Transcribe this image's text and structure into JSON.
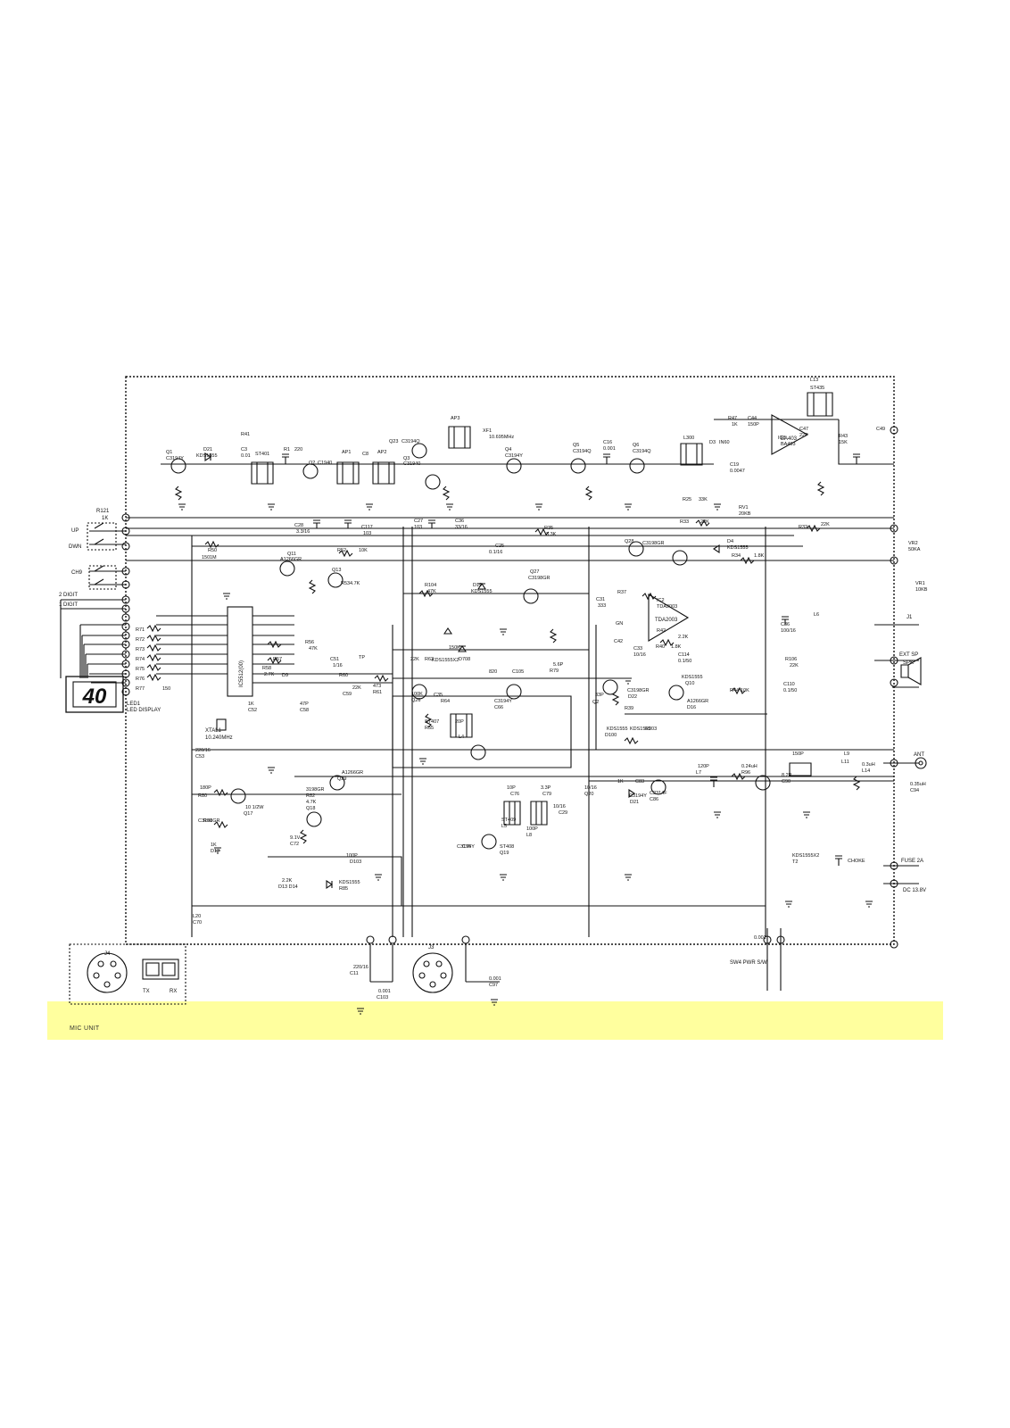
{
  "schematic": {
    "display": {
      "digits": "40",
      "name": "LED1",
      "caption": "LED DISPLAY",
      "mode_tens": "2 DIGIT",
      "mode_units": "1 DIGIT"
    },
    "controls": {
      "up": "UP",
      "dwn": "DWN",
      "ch9": "CH9",
      "r121": "R121",
      "r121_val": "1K"
    },
    "connectors": {
      "ext_sp": "EXT SP",
      "spk": "SPK",
      "ant": "ANT",
      "fuse": "FUSE 2A",
      "dc": "DC 13.8V",
      "pwr": "SW4 PWR S/W",
      "tx": "TX",
      "rx": "RX",
      "j3": "J3",
      "j4": "J4",
      "j1": "J1"
    },
    "ic": {
      "ic4": "IC5512(00)",
      "ic3": "BA403",
      "ic2": "TDA2003",
      "xtal": "XTAL1",
      "xtal_freq": "10.240MHz"
    },
    "labels": [
      {
        "t": "Q1"
      },
      {
        "t": "C3194Y"
      },
      {
        "t": "D21"
      },
      {
        "t": "KDS1555"
      },
      {
        "t": "C3"
      },
      {
        "t": "0.01"
      },
      {
        "t": "ST401"
      },
      {
        "t": "R1"
      },
      {
        "t": "220"
      },
      {
        "t": "Q2"
      },
      {
        "t": "C1940"
      },
      {
        "t": "AP1"
      },
      {
        "t": "C8"
      },
      {
        "t": "AP2"
      },
      {
        "t": "Q23"
      },
      {
        "t": "C3194Q"
      },
      {
        "t": "Q3"
      },
      {
        "t": "C31940"
      },
      {
        "t": "AP3"
      },
      {
        "t": "XF1"
      },
      {
        "t": "10.695MHz"
      },
      {
        "t": "Q4"
      },
      {
        "t": "C3194Y"
      },
      {
        "t": "Q5"
      },
      {
        "t": "C3194Q"
      },
      {
        "t": "C16"
      },
      {
        "t": "0.001"
      },
      {
        "t": "Q6"
      },
      {
        "t": "C3194Q"
      },
      {
        "t": "L300"
      },
      {
        "t": "D3"
      },
      {
        "t": "IN60"
      },
      {
        "t": "C19"
      },
      {
        "t": "0.0047"
      },
      {
        "t": "R47"
      },
      {
        "t": "1K"
      },
      {
        "t": "C44"
      },
      {
        "t": "150P"
      },
      {
        "t": "IC3"
      },
      {
        "t": "BA403"
      },
      {
        "t": "C47"
      },
      {
        "t": "22P"
      },
      {
        "t": "L13"
      },
      {
        "t": "ST435"
      },
      {
        "t": "R43"
      },
      {
        "t": "15K"
      },
      {
        "t": "C49"
      },
      {
        "t": "R25"
      },
      {
        "t": "33K"
      },
      {
        "t": "RV1"
      },
      {
        "t": "20KB"
      },
      {
        "t": "R32"
      },
      {
        "t": "22K"
      },
      {
        "t": "R33"
      },
      {
        "t": "22K"
      },
      {
        "t": "C28"
      },
      {
        "t": "3.3/16"
      },
      {
        "t": "C117"
      },
      {
        "t": "103"
      },
      {
        "t": "C27"
      },
      {
        "t": "103"
      },
      {
        "t": "C36"
      },
      {
        "t": "33/16"
      },
      {
        "t": "R35"
      },
      {
        "t": "3.3K"
      },
      {
        "t": "VR2"
      },
      {
        "t": "50KA"
      },
      {
        "t": "VR1"
      },
      {
        "t": "10KB"
      },
      {
        "t": "R50"
      },
      {
        "t": "150"
      },
      {
        "t": "1M"
      },
      {
        "t": "Q11"
      },
      {
        "t": "A1266GR"
      },
      {
        "t": "R52"
      },
      {
        "t": "10K"
      },
      {
        "t": "Q13"
      },
      {
        "t": "R53"
      },
      {
        "t": "4.7K"
      },
      {
        "t": "C25"
      },
      {
        "t": "0.1/16"
      },
      {
        "t": "D19"
      },
      {
        "t": "KDS1555"
      },
      {
        "t": "R104"
      },
      {
        "t": "47K"
      },
      {
        "t": "Q27"
      },
      {
        "t": "C3198GR"
      },
      {
        "t": "D4"
      },
      {
        "t": "KDS1555"
      },
      {
        "t": "R34"
      },
      {
        "t": "1.8K"
      },
      {
        "t": "Q28"
      },
      {
        "t": "C3198GR"
      },
      {
        "t": "R37"
      },
      {
        "t": "IC2"
      },
      {
        "t": "TDA2003"
      },
      {
        "t": "C31"
      },
      {
        "t": "333"
      },
      {
        "t": "C42"
      },
      {
        "t": "C33"
      },
      {
        "t": "10/16"
      },
      {
        "t": "R40"
      },
      {
        "t": "1.8K"
      },
      {
        "t": "C114"
      },
      {
        "t": "0.1/50"
      },
      {
        "t": "R42"
      },
      {
        "t": "2.2K"
      },
      {
        "t": "C36"
      },
      {
        "t": "100/16"
      },
      {
        "t": "L6"
      },
      {
        "t": "R106"
      },
      {
        "t": "22K"
      },
      {
        "t": "R44"
      },
      {
        "t": "10K"
      },
      {
        "t": "C110"
      },
      {
        "t": "0.1/50"
      },
      {
        "t": "R71"
      },
      {
        "t": "R72"
      },
      {
        "t": "R73"
      },
      {
        "t": "R74"
      },
      {
        "t": "R75"
      },
      {
        "t": "R76"
      },
      {
        "t": "R77"
      },
      {
        "t": "150"
      },
      {
        "t": "R56"
      },
      {
        "t": "47K"
      },
      {
        "t": "R57"
      },
      {
        "t": "R58"
      },
      {
        "t": "2.7K"
      },
      {
        "t": "D9"
      },
      {
        "t": "C51"
      },
      {
        "t": "1/16"
      },
      {
        "t": "TP"
      },
      {
        "t": "R60"
      },
      {
        "t": "22K"
      },
      {
        "t": "C59"
      },
      {
        "t": "473"
      },
      {
        "t": "R61"
      },
      {
        "t": "22K"
      },
      {
        "t": "R62"
      },
      {
        "t": "820"
      },
      {
        "t": "C105"
      },
      {
        "t": "5.6P"
      },
      {
        "t": "R79"
      },
      {
        "t": "150K"
      },
      {
        "t": "D708"
      },
      {
        "t": "KDS1555X2"
      },
      {
        "t": "C35"
      },
      {
        "t": "R64"
      },
      {
        "t": "100K"
      },
      {
        "t": "Q26"
      },
      {
        "t": "C3194Y"
      },
      {
        "t": "C66"
      },
      {
        "t": "33P"
      },
      {
        "t": "Q2"
      },
      {
        "t": "C3198GR"
      },
      {
        "t": "D22"
      },
      {
        "t": "KDS1555"
      },
      {
        "t": "Q10"
      },
      {
        "t": "A1266GR"
      },
      {
        "t": "D16"
      },
      {
        "t": "KDS1555"
      },
      {
        "t": "D100"
      },
      {
        "t": "KDS1555"
      },
      {
        "t": "R203"
      },
      {
        "t": "1K"
      },
      {
        "t": "C52"
      },
      {
        "t": "47P"
      },
      {
        "t": "C58"
      },
      {
        "t": "220/16"
      },
      {
        "t": "C53"
      },
      {
        "t": "20P"
      },
      {
        "t": "L4"
      },
      {
        "t": "ST407"
      },
      {
        "t": "R55"
      },
      {
        "t": "1K"
      },
      {
        "t": "C83"
      },
      {
        "t": "120P"
      },
      {
        "t": "L7"
      },
      {
        "t": "0.24uH"
      },
      {
        "t": "R96"
      },
      {
        "t": "8.2P"
      },
      {
        "t": "C90"
      },
      {
        "t": "150P"
      },
      {
        "t": "L9"
      },
      {
        "t": "L11"
      },
      {
        "t": "0.3uH"
      },
      {
        "t": "L14"
      },
      {
        "t": "0.35uH"
      },
      {
        "t": "C94"
      },
      {
        "t": "180P"
      },
      {
        "t": "R80"
      },
      {
        "t": "10 1/2W"
      },
      {
        "t": "Q17"
      },
      {
        "t": "3198GR"
      },
      {
        "t": "R82"
      },
      {
        "t": "4.7K"
      },
      {
        "t": "Q18"
      },
      {
        "t": "A1266GR"
      },
      {
        "t": "Q29"
      },
      {
        "t": "C3198GR"
      },
      {
        "t": "R81"
      },
      {
        "t": "1K"
      },
      {
        "t": "D12"
      },
      {
        "t": "9.1V"
      },
      {
        "t": "C72"
      },
      {
        "t": "10/16"
      },
      {
        "t": "Q20"
      },
      {
        "t": "C3194Y"
      },
      {
        "t": "D21"
      },
      {
        "t": "C2314F"
      },
      {
        "t": "C86"
      },
      {
        "t": "10P"
      },
      {
        "t": "C76"
      },
      {
        "t": "3.3P"
      },
      {
        "t": "C79"
      },
      {
        "t": "10/16"
      },
      {
        "t": "C29"
      },
      {
        "t": "100P"
      },
      {
        "t": "L8"
      },
      {
        "t": "ST409"
      },
      {
        "t": "L5"
      },
      {
        "t": "ST408"
      },
      {
        "t": "Q19"
      },
      {
        "t": "C3194Y"
      },
      {
        "t": "C75"
      },
      {
        "t": "100P"
      },
      {
        "t": "D103"
      },
      {
        "t": "KDS1555"
      },
      {
        "t": "R85"
      },
      {
        "t": "2.2K"
      },
      {
        "t": "D13 D14"
      },
      {
        "t": "KDS1555X2"
      },
      {
        "t": "T2"
      },
      {
        "t": "CHOKE"
      },
      {
        "t": "L20"
      },
      {
        "t": "C70"
      },
      {
        "t": "220/16"
      },
      {
        "t": "C11"
      },
      {
        "t": "0.001"
      },
      {
        "t": "C103"
      },
      {
        "t": "0.001"
      },
      {
        "t": "C97"
      },
      {
        "t": "0.001"
      },
      {
        "t": "GN"
      },
      {
        "t": "R39"
      },
      {
        "t": "R41"
      }
    ],
    "footer": {
      "mic_unit": "MIC UNIT"
    }
  },
  "colors": {
    "ink": "#111111",
    "paper": "#ffffff",
    "highlight_bar": "#ffff9e"
  }
}
